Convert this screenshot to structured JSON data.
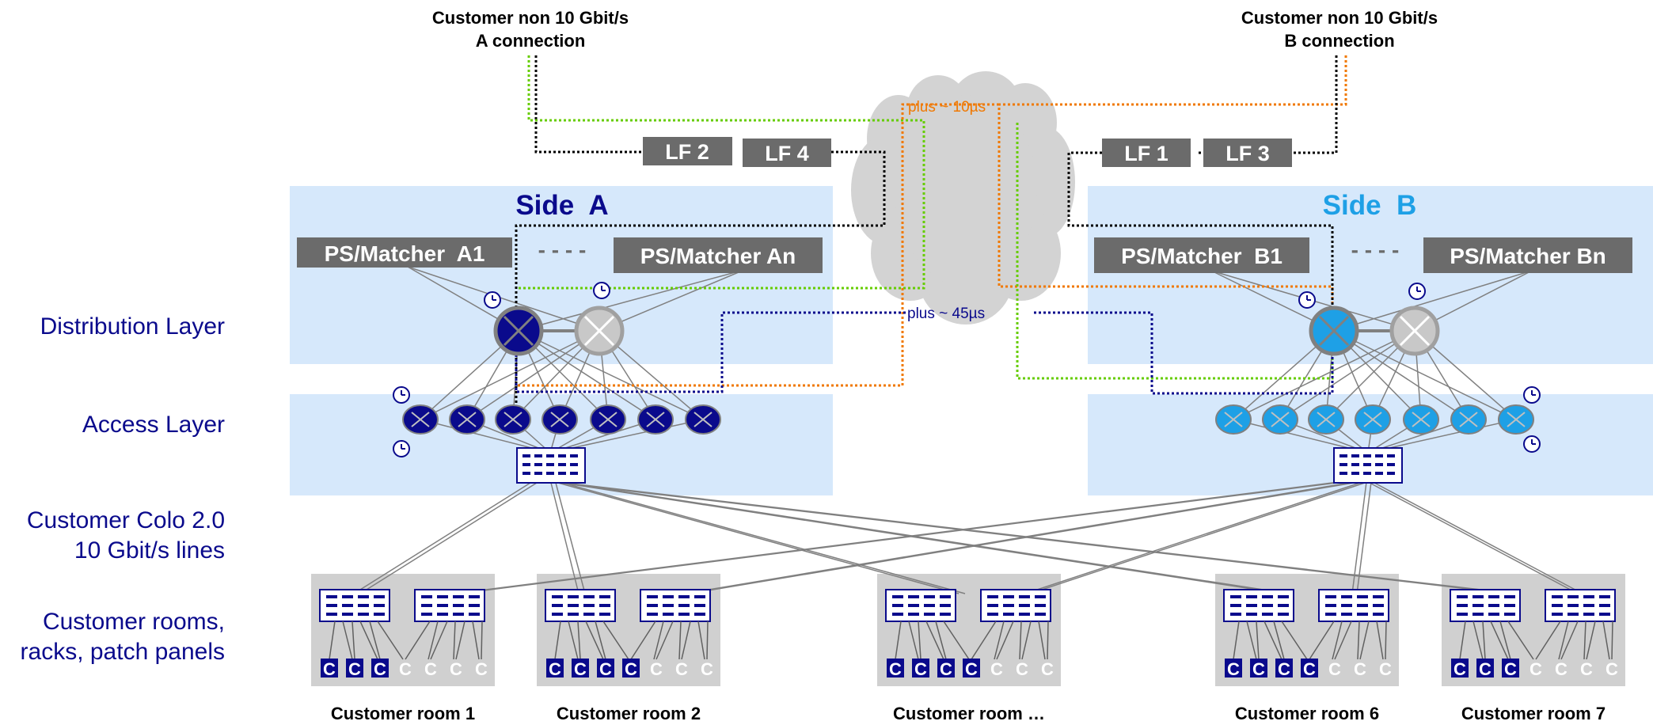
{
  "top_labels": {
    "a_line1": "Customer non 10 Gbit/s",
    "a_line2": "A connection",
    "b_line1": "Customer non 10 Gbit/s",
    "b_line2": "B connection"
  },
  "lf_boxes": [
    "LF 2",
    "LF 4",
    "LF 1",
    "LF 3"
  ],
  "latency": {
    "plus10": "plus ~ 10µs",
    "plus45": "plus ~ 45µs"
  },
  "sides": {
    "a_title": "Side  A",
    "b_title": "Side  B",
    "a_matchers": [
      "PS/Matcher  A1",
      "PS/Matcher An"
    ],
    "b_matchers": [
      "PS/Matcher  B1",
      "PS/Matcher Bn"
    ],
    "ellipsis": "- - - -"
  },
  "layer_labels": {
    "distribution": "Distribution Layer",
    "access": "Access Layer",
    "colo_line1": "Customer Colo 2.0",
    "colo_line2": "10 Gbit/s lines",
    "rooms_line1": "Customer rooms,",
    "rooms_line2": "racks, patch panels"
  },
  "rooms": [
    {
      "label": "Customer room 1",
      "active": 3,
      "inactive": 4
    },
    {
      "label": "Customer room 2",
      "active": 4,
      "inactive": 3
    },
    {
      "label": "Customer room …",
      "active": 4,
      "inactive": 3
    },
    {
      "label": "Customer room 6",
      "active": 4,
      "inactive": 3
    },
    {
      "label": "Customer room 7",
      "active": 3,
      "inactive": 4
    }
  ],
  "customer_letter": "C",
  "colors": {
    "navy": "#0a0a8c",
    "light_blue": "#1ea0e6",
    "panel_bg": "#d6e8fb",
    "room_bg": "#d0d0d0",
    "dark_box": "#6b6b6b",
    "green": "#66cc00",
    "orange": "#f07800"
  }
}
